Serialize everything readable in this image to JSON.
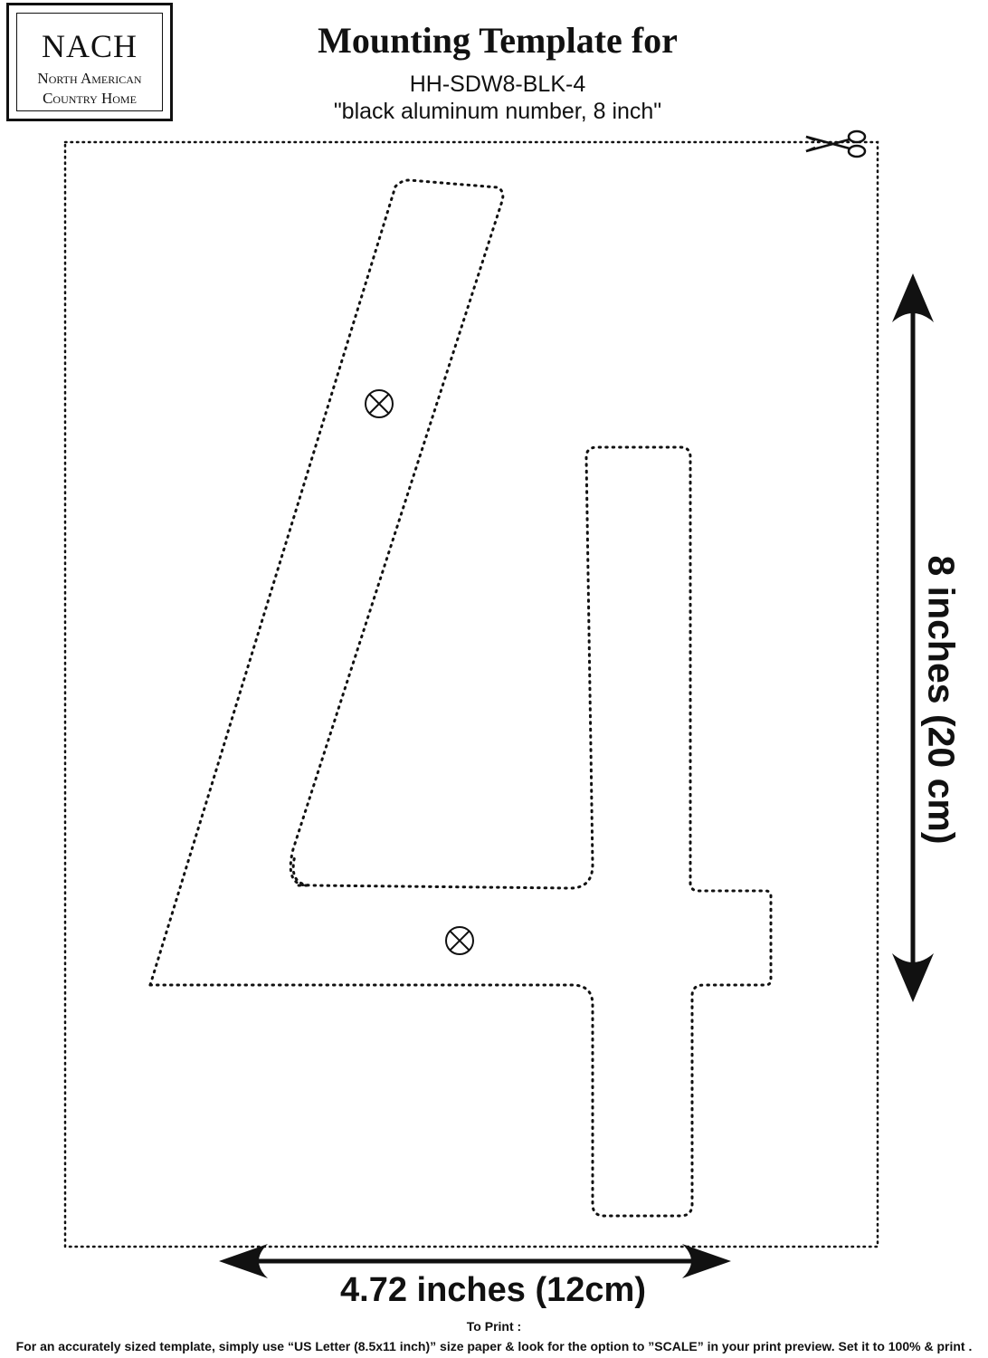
{
  "logo": {
    "name": "NACH",
    "line1": "North American",
    "line2": "Country Home"
  },
  "header": {
    "title": "Mounting Template for",
    "sku": "HH-SDW8-BLK-4",
    "description": "\"black aluminum number, 8 inch\""
  },
  "template": {
    "digit": "4",
    "icons": [
      "scissors-icon",
      "mounting-hole-icon",
      "mounting-hole-icon"
    ]
  },
  "dimensions": {
    "height_label": "8 inches (20 cm)",
    "width_label": "4.72 inches (12cm)"
  },
  "print": {
    "heading": "To Print :",
    "instructions": "For an accurately sized template, simply use “US Letter (8.5x11 inch)” size paper & look for the option to ”SCALE” in your print preview. Set it to 100% & print ."
  },
  "colors": {
    "ink": "#111111",
    "paper": "#ffffff"
  }
}
